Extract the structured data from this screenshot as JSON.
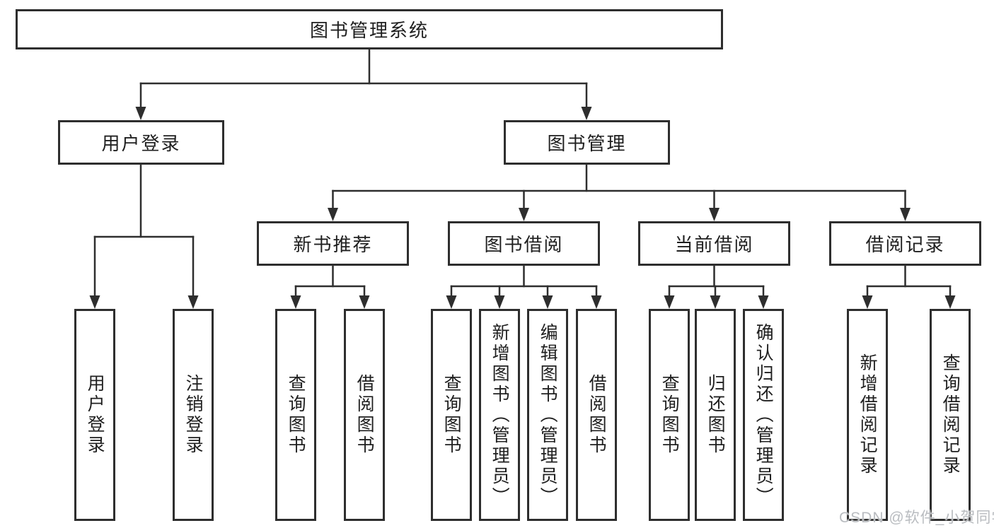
{
  "tree": {
    "root": {
      "label": "图书管理系统",
      "children": [
        {
          "label": "用户登录",
          "children": [
            {
              "label": "用户登录"
            },
            {
              "label": "注销登录"
            }
          ]
        },
        {
          "label": "图书管理",
          "children": [
            {
              "label": "新书推荐",
              "children": [
                {
                  "label": "查询图书"
                },
                {
                  "label": "借阅图书"
                }
              ]
            },
            {
              "label": "图书借阅",
              "children": [
                {
                  "label": "查询图书"
                },
                {
                  "label": "新增图书（管理员）"
                },
                {
                  "label": "编辑图书（管理员）"
                },
                {
                  "label": "借阅图书"
                }
              ]
            },
            {
              "label": "当前借阅",
              "children": [
                {
                  "label": "查询图书"
                },
                {
                  "label": "归还图书"
                },
                {
                  "label": "确认归还（管理员）"
                }
              ]
            },
            {
              "label": "借阅记录",
              "children": [
                {
                  "label": "新增借阅记录"
                },
                {
                  "label": "查询借阅记录"
                }
              ]
            }
          ]
        }
      ]
    }
  },
  "watermark": "CSDN @软件_小贺同学",
  "colors": {
    "line": "#2e2e2e",
    "box_border": "#2e2e2e",
    "text": "#1f1f1f",
    "watermark_text": "#b9bcc0",
    "background": "#ffffff"
  }
}
